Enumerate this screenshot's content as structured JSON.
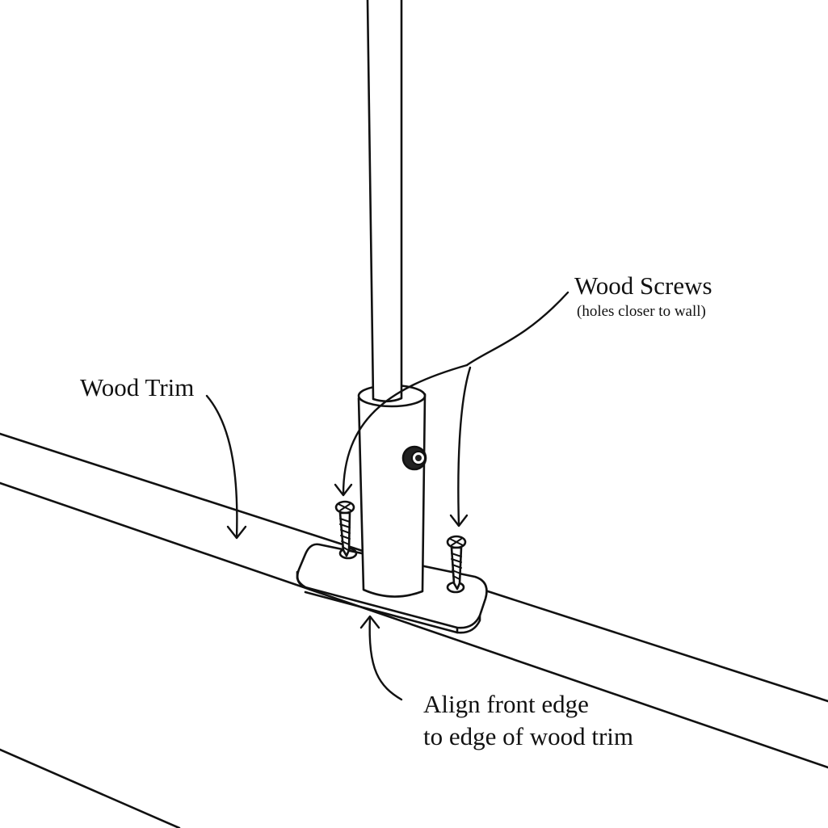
{
  "labels": {
    "wood_screws": "Wood Screws",
    "holes_note": "(holes closer to wall)",
    "wood_trim": "Wood Trim",
    "align_line1": "Align front edge",
    "align_line2": "to edge of wood trim"
  },
  "colors": {
    "stroke": "#111111",
    "background": "#ffffff",
    "set_screw": "#222222"
  }
}
